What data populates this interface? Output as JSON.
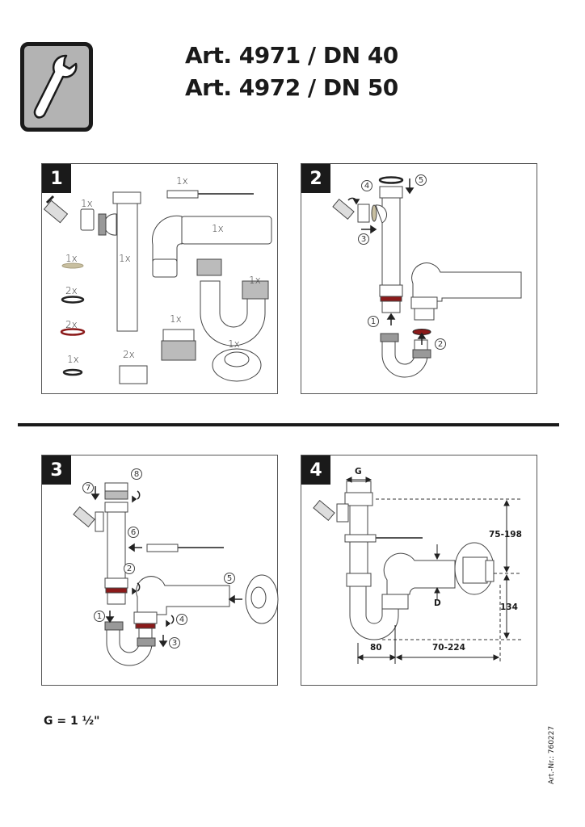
{
  "header": {
    "icon": "wrench-icon",
    "title_lines": [
      "Art. 4971 / DN 40",
      "Art. 4972 / DN 50"
    ]
  },
  "panels": [
    {
      "number": "1",
      "parts": [
        {
          "name": "angled-hose-connector",
          "qty": "1x"
        },
        {
          "name": "standpipe-with-branch",
          "qty": "1x"
        },
        {
          "name": "wall-anchor-screw",
          "qty": "1x"
        },
        {
          "name": "elbow-wall-pipe",
          "qty": "1x"
        },
        {
          "name": "beige-washer",
          "qty": "1x"
        },
        {
          "name": "black-seal-ring",
          "qty": "2x"
        },
        {
          "name": "red-seal-ring",
          "qty": "2x"
        },
        {
          "name": "small-black-o-ring",
          "qty": "1x"
        },
        {
          "name": "union-nut",
          "qty": "2x"
        },
        {
          "name": "threaded-adapter",
          "qty": "1x"
        },
        {
          "name": "u-bend-trap",
          "qty": "1x"
        },
        {
          "name": "wall-rosette",
          "qty": "1x"
        }
      ]
    },
    {
      "number": "2",
      "steps": [
        "1",
        "2",
        "3",
        "4",
        "5"
      ]
    },
    {
      "number": "3",
      "steps": [
        "1",
        "2",
        "3",
        "4",
        "5",
        "6",
        "7",
        "8"
      ]
    },
    {
      "number": "4",
      "dimensions": {
        "g_label": "G",
        "d_label": "D",
        "height_upper": "75-198",
        "height_lower": "134",
        "width_trap": "80",
        "width_wall": "70-224"
      }
    }
  ],
  "footer": {
    "g_note": "G = 1 ½\"",
    "article_number": "Art.-Nr.: 760227"
  },
  "colors": {
    "ink": "#1a1a1a",
    "icon_bg": "#b3b3b3",
    "red_seal": "#8b1a1a",
    "beige_washer": "#c8bfa0"
  }
}
